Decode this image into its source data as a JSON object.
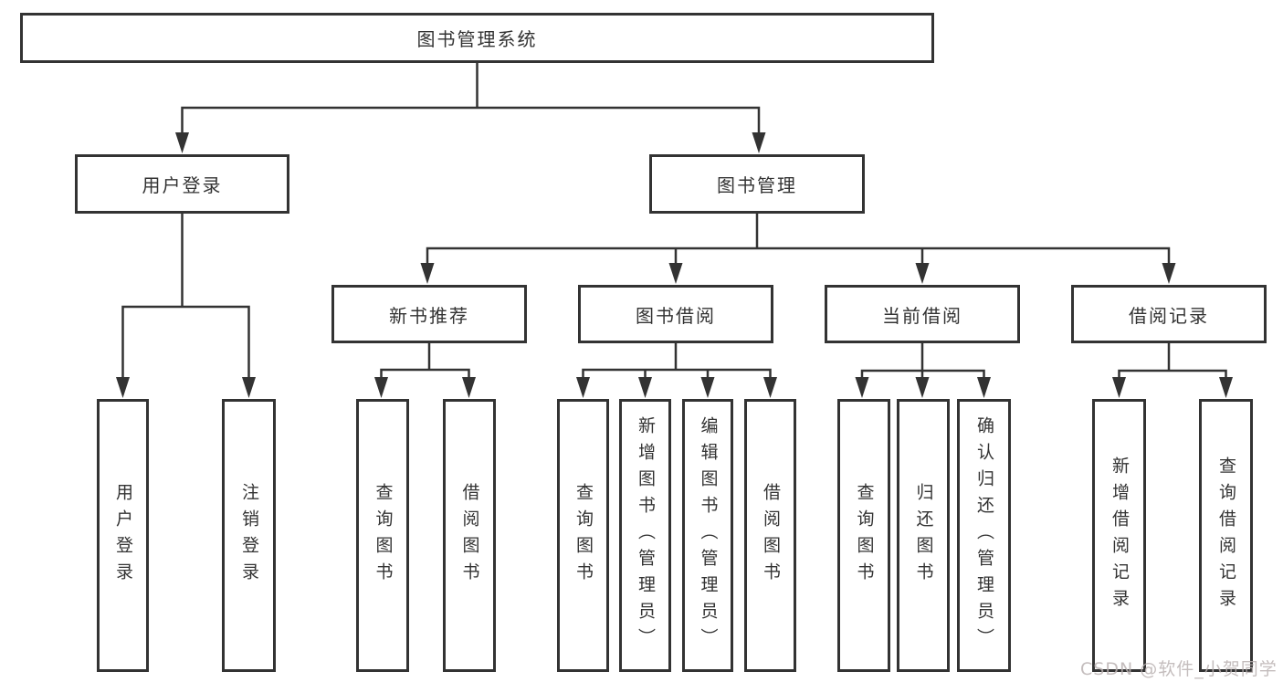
{
  "diagram_type": "hierarchy-tree",
  "tree": {
    "label": "图书管理系统",
    "children": [
      {
        "label": "用户登录",
        "children": [
          {
            "label": "用户登录"
          },
          {
            "label": "注销登录"
          }
        ]
      },
      {
        "label": "图书管理",
        "children": [
          {
            "label": "新书推荐",
            "children": [
              {
                "label": "查询图书"
              },
              {
                "label": "借阅图书"
              }
            ]
          },
          {
            "label": "图书借阅",
            "children": [
              {
                "label": "查询图书"
              },
              {
                "label": "新增图书（管理员）"
              },
              {
                "label": "编辑图书（管理员）"
              },
              {
                "label": "借阅图书"
              }
            ]
          },
          {
            "label": "当前借阅",
            "children": [
              {
                "label": "查询图书"
              },
              {
                "label": "归还图书"
              },
              {
                "label": "确认归还（管理员）"
              }
            ]
          },
          {
            "label": "借阅记录",
            "children": [
              {
                "label": "新增借阅记录"
              },
              {
                "label": "查询借阅记录"
              }
            ]
          }
        ]
      }
    ]
  },
  "watermark": "CSDN @软件_小贺同学",
  "colors": {
    "border": "#333333",
    "line": "#333333",
    "text": "#333333",
    "background": "#ffffff",
    "watermark": "#bab2b2"
  }
}
